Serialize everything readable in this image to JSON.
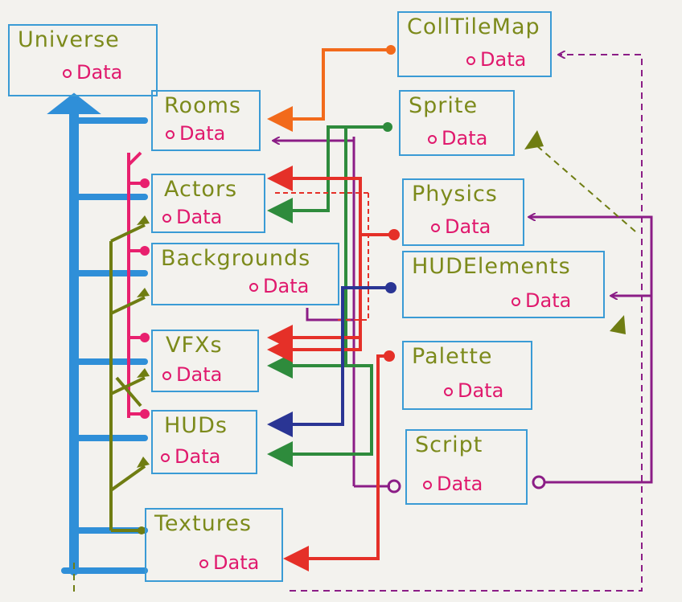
{
  "nodes": {
    "universe": {
      "title": "Universe",
      "field": "Data"
    },
    "rooms": {
      "title": "Rooms",
      "field": "Data"
    },
    "actors": {
      "title": "Actors",
      "field": "Data"
    },
    "backgrounds": {
      "title": "Backgrounds",
      "field": "Data"
    },
    "vfxs": {
      "title": "VFXs",
      "field": "Data"
    },
    "huds": {
      "title": "HUDs",
      "field": "Data"
    },
    "textures": {
      "title": "Textures",
      "field": "Data"
    },
    "colltilemap": {
      "title": "CollTileMap",
      "field": "Data"
    },
    "sprite": {
      "title": "Sprite",
      "field": "Data"
    },
    "physics": {
      "title": "Physics",
      "field": "Data"
    },
    "hudelements": {
      "title": "HUDElements",
      "field": "Data"
    },
    "palette": {
      "title": "Palette",
      "field": "Data"
    },
    "script": {
      "title": "Script",
      "field": "Data"
    }
  },
  "colors": {
    "box_border": "#3a9bd5",
    "title_text": "#7c8a1b",
    "field_text": "#e0196d",
    "blue": "#2f8fd8",
    "pink": "#e8206e",
    "olive": "#6f7d12",
    "orange": "#f26a1b",
    "purple": "#8b1d86",
    "green": "#2e8b3c",
    "red": "#e53028",
    "navy": "#2a3594"
  }
}
